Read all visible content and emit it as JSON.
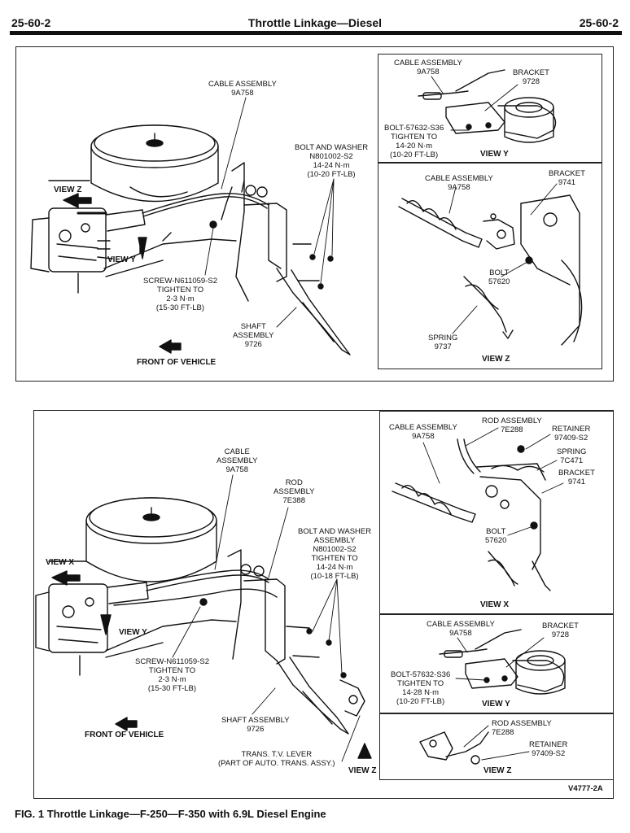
{
  "header": {
    "page_left": "25-60-2",
    "title": "Throttle Linkage—Diesel",
    "page_right": "25-60-2"
  },
  "top_panel": {
    "labels": {
      "cable_assembly": "CABLE ASSEMBLY\n9A758",
      "bolt_and_washer": "BOLT AND WASHER\nN801002-S2\n14-24 N·m\n(10-20 FT-LB)",
      "view_z_arrow": "VIEW Z",
      "view_y_arrow": "VIEW Y",
      "screw": "SCREW-N611059-S2\nTIGHTEN TO\n2-3 N·m\n(15-30 FT-LB)",
      "shaft_assembly": "SHAFT\nASSEMBLY\n9726",
      "front_of_vehicle": "FRONT OF VEHICLE"
    },
    "view_y": {
      "cable_assembly": "CABLE ASSEMBLY\n9A758",
      "bracket": "BRACKET\n9728",
      "bolt": "BOLT-57632-S36\nTIGHTEN TO\n14-20 N·m\n(10-20 FT-LB)",
      "title": "VIEW Y"
    },
    "view_z": {
      "cable_assembly": "CABLE ASSEMBLY\n9A758",
      "bracket": "BRACKET\n9741",
      "bolt": "BOLT\n57620",
      "spring": "SPRING\n9737",
      "title": "VIEW Z"
    }
  },
  "bottom_panel": {
    "labels": {
      "cable_assembly": "CABLE\nASSEMBLY\n9A758",
      "rod_assembly": "ROD\nASSEMBLY\n7E388",
      "bolt_and_washer": "BOLT AND WASHER\nASSEMBLY\nN801002-S2\nTIGHTEN TO\n14-24 N·m\n(10-18 FT-LB)",
      "view_x_arrow": "VIEW X",
      "view_y_arrow": "VIEW Y",
      "screw": "SCREW-N611059-S2\nTIGHTEN TO\n2-3 N·m\n(15-30 FT-LB)",
      "shaft_assembly": "SHAFT ASSEMBLY\n9726",
      "front_of_vehicle": "FRONT OF VEHICLE",
      "trans_tv_lever": "TRANS. T.V. LEVER\n(PART OF AUTO. TRANS. ASSY.)",
      "view_z_arrow": "VIEW Z"
    },
    "view_x": {
      "cable_assembly": "CABLE ASSEMBLY\n9A758",
      "rod_assembly": "ROD ASSEMBLY\n7E288",
      "retainer": "RETAINER\n97409-S2",
      "spring": "SPRING\n7C471",
      "bracket": "BRACKET\n9741",
      "bolt": "BOLT\n57620",
      "title": "VIEW X"
    },
    "view_y": {
      "cable_assembly": "CABLE ASSEMBLY\n9A758",
      "bracket": "BRACKET\n9728",
      "bolt": "BOLT-57632-S36\nTIGHTEN TO\n14-28 N·m\n(10-20 FT-LB)",
      "title": "VIEW Y"
    },
    "view_z": {
      "rod_assembly": "ROD ASSEMBLY\n7E288",
      "retainer": "RETAINER\n97409-S2",
      "title": "VIEW Z"
    },
    "figure_number": "V4777-2A"
  },
  "caption": "FIG. 1  Throttle Linkage—F-250—F-350 with 6.9L Diesel Engine"
}
